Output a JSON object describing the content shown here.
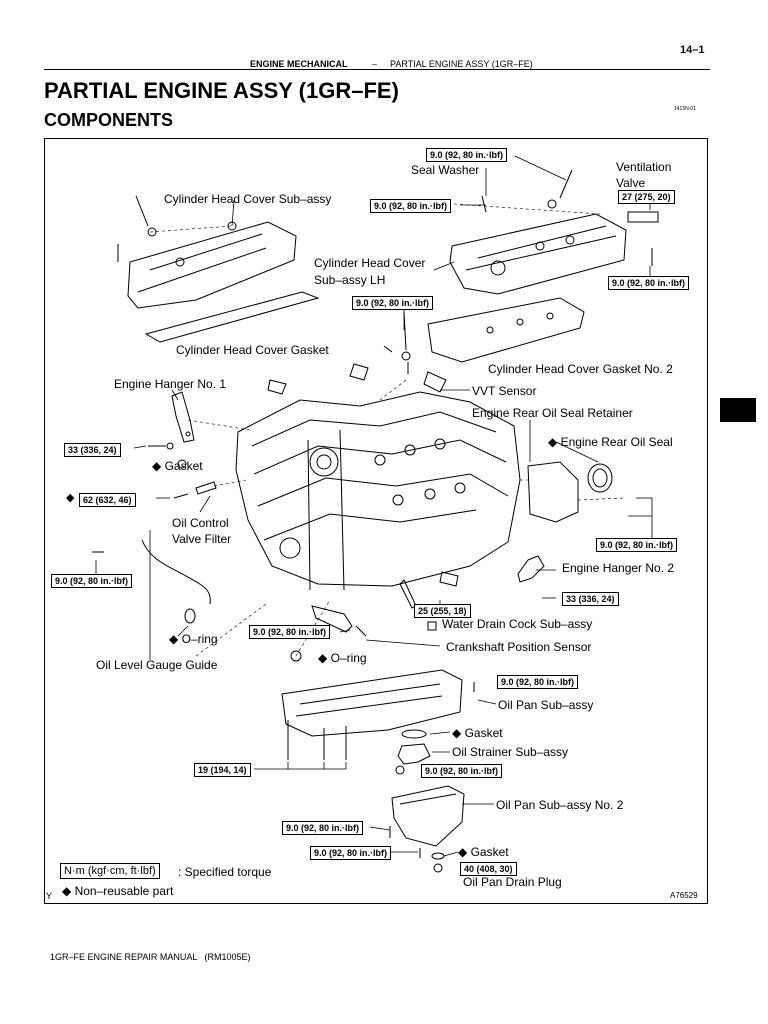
{
  "header": {
    "page_number": "14–1",
    "section": "ENGINE MECHANICAL",
    "dash": "–",
    "subsection": "PARTIAL ENGINE ASSY (1GR–FE)"
  },
  "title": "PARTIAL ENGINE ASSY (1GR–FE)",
  "subtitle": "COMPONENTS",
  "ref_code": "1415N-01",
  "figure_code": "A76529",
  "corner_mark": "Y",
  "torque_specs": {
    "t1": "9.0 (92, 80 in.·lbf)",
    "t2": "9.0 (92, 80 in.·lbf)",
    "t3": "27 (275, 20)",
    "t4": "9.0 (92, 80 in.·lbf)",
    "t5": "9.0 (92, 80 in.·lbf)",
    "t6": "33 (336, 24)",
    "t7": "62 (632, 46)",
    "t8": "9.0 (92, 80 in.·lbf)",
    "t9": "9.0 (92, 80 in.·lbf)",
    "t10": "33 (336, 24)",
    "t11": "25 (255, 18)",
    "t12": "9.0 (92, 80 in.·lbf)",
    "t13": "9.0 (92, 80 in.·lbf)",
    "t14": "19 (194, 14)",
    "t15": "9.0 (92, 80 in.·lbf)",
    "t16": "9.0 (92, 80 in.·lbf)",
    "t17": "9.0 (92, 80 in.·lbf)",
    "t18": "40 (408, 30)"
  },
  "labels": {
    "seal_washer": "Seal Washer",
    "ventilation_valve": "Ventilation\nValve",
    "cyl_head_cover_sub_assy": "Cylinder Head Cover Sub–assy",
    "cyl_head_cover_lh_1": "Cylinder Head Cover",
    "cyl_head_cover_lh_2": "Sub–assy LH",
    "cyl_head_cover_gasket": "Cylinder Head Cover Gasket",
    "cyl_head_cover_gasket_no2": "Cylinder Head Cover Gasket No. 2",
    "engine_hanger_no1": "Engine Hanger No. 1",
    "vvt_sensor": "VVT Sensor",
    "engine_rear_oil_seal_retainer": "Engine Rear Oil Seal Retainer",
    "engine_rear_oil_seal": "◆ Engine Rear Oil Seal",
    "gasket_1": "◆ Gasket",
    "diamond": "◆",
    "oil_control_valve_filter_1": "Oil Control",
    "oil_control_valve_filter_2": "Valve Filter",
    "engine_hanger_no2": "Engine Hanger No. 2",
    "o_ring_1": "◆ O–ring",
    "oil_level_gauge_guide": "Oil Level Gauge Guide",
    "water_drain_cock": "Water Drain Cock Sub–assy",
    "crankshaft_position_sensor": "Crankshaft Position Sensor",
    "o_ring_2": "◆ O–ring",
    "oil_pan_sub_assy": "Oil Pan Sub–assy",
    "gasket_2": "◆ Gasket",
    "oil_strainer": "Oil Strainer Sub–assy",
    "oil_pan_no2": "Oil Pan Sub–assy No. 2",
    "gasket_3": "◆ Gasket",
    "oil_pan_drain_plug": "Oil Pan Drain Plug"
  },
  "legend": {
    "unit_box": "N·m (kgf·cm, ft·lbf)",
    "unit_text": ": Specified torque",
    "nonreusable": "◆ Non–reusable part"
  },
  "footer": "1GR–FE ENGINE REPAIR MANUAL   (RM1005E)"
}
